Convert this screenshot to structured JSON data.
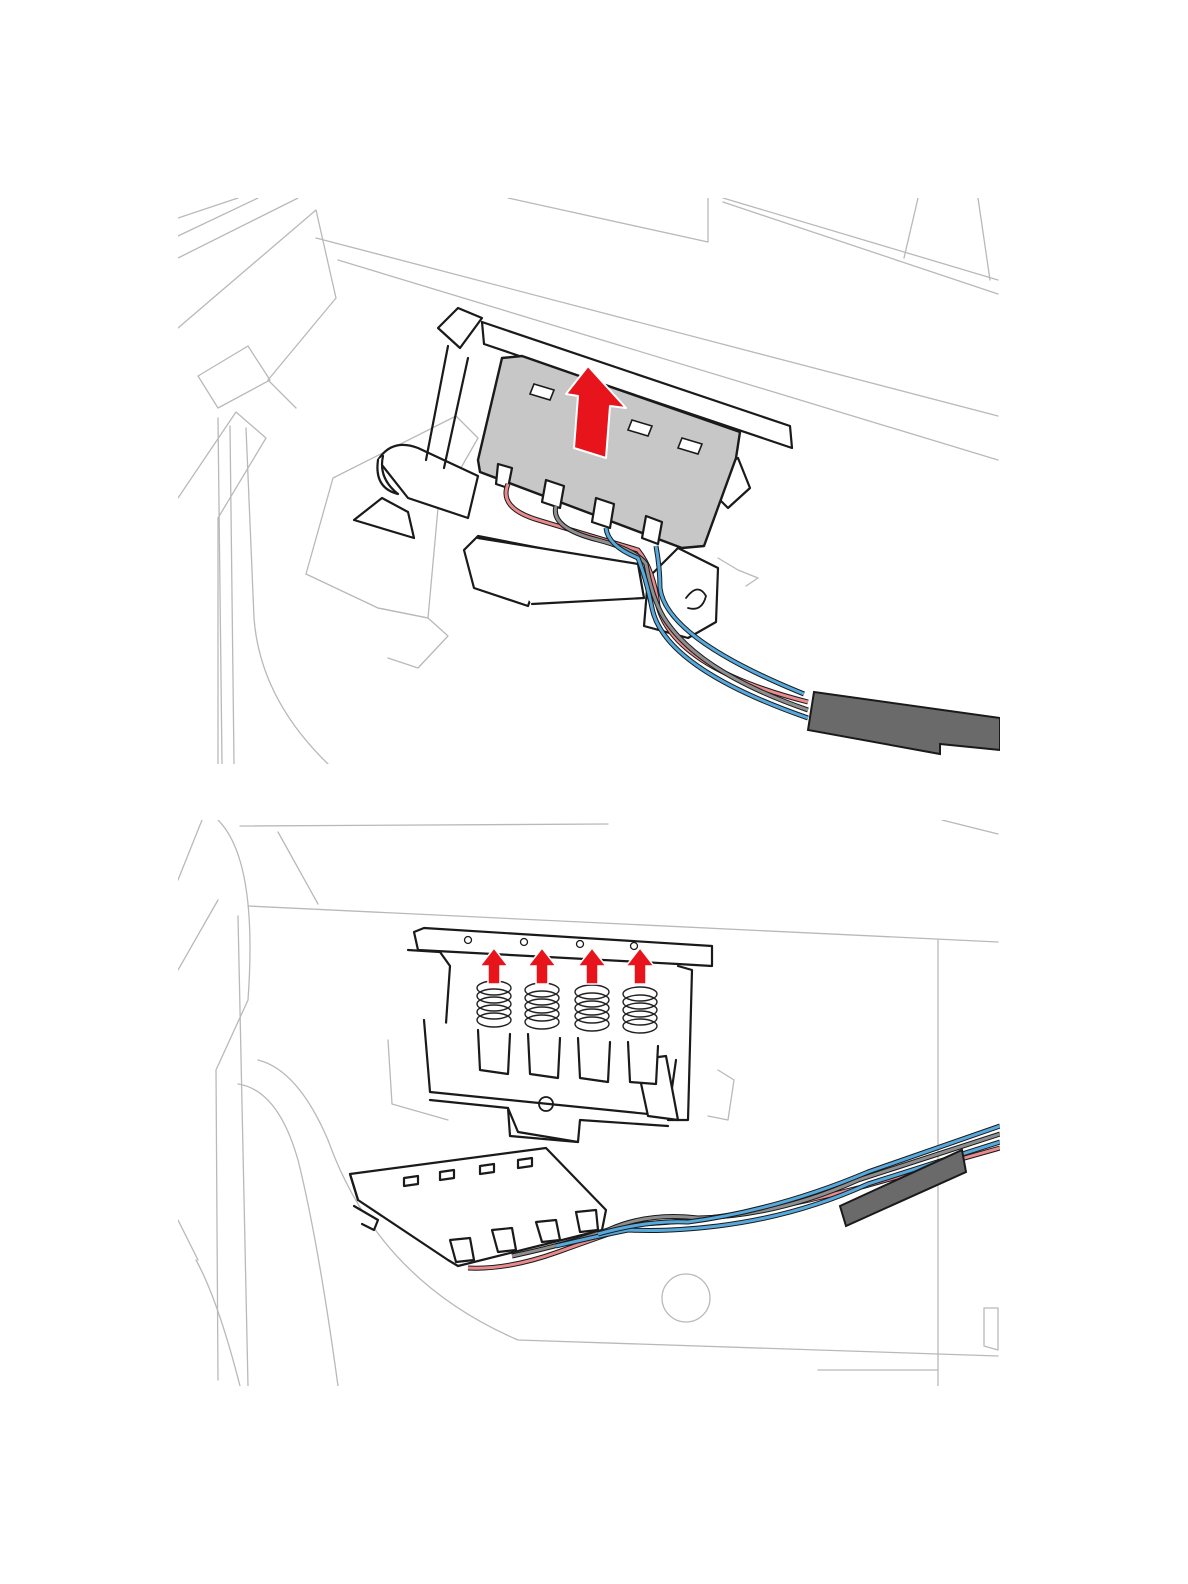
{
  "figure": {
    "steps": [
      {
        "id": "step-1",
        "action": "lift-connector-cover-up"
      },
      {
        "id": "step-2",
        "action": "springs-released-upward",
        "spring_count": 4
      }
    ]
  },
  "colors": {
    "arrow": "#e8141c",
    "line_art": "#b9b9b9",
    "outline": "#1a1a1a",
    "cover_fill": "#c7c7c7",
    "cable_sheath": "#6a6a6a",
    "wire_red": "#e98a8d",
    "wire_blue": "#55a9dd",
    "wire_gray": "#8e8e8e"
  },
  "icons": {
    "arrow": "up-arrow-icon",
    "spring": "coil-spring-icon"
  }
}
